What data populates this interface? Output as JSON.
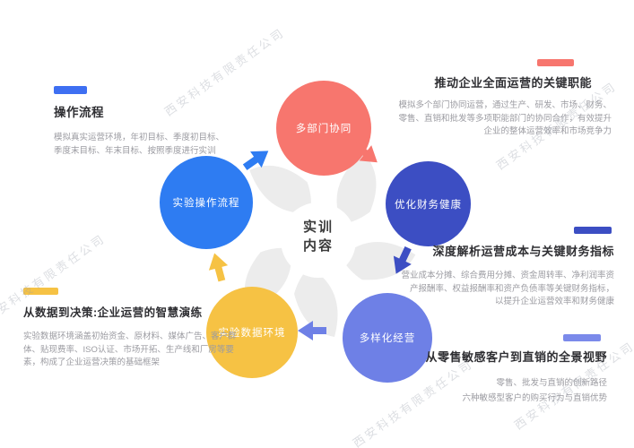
{
  "center": {
    "label_lines": [
      "实训",
      "内容"
    ]
  },
  "circles": [
    {
      "name": "multi-department-collaboration",
      "label": "多部门协同",
      "color": "#F7766E"
    },
    {
      "name": "optimize-financial-health",
      "label": "优化财务健康",
      "color": "#3C4EC3"
    },
    {
      "name": "diversified-operation",
      "label": "多样化经营",
      "color": "#6E80E6"
    },
    {
      "name": "experiment-data-environment",
      "label": "实验数据环境",
      "color": "#F6C244"
    },
    {
      "name": "experiment-operation-flow",
      "label": "实验操作流程",
      "color": "#2E7CF2"
    }
  ],
  "arrows": [
    {
      "name": "flow-left-to-top",
      "color": "#2E7CF2"
    },
    {
      "name": "flow-top-to-rightupper",
      "color": "#F7766E"
    },
    {
      "name": "flow-rightupper-to-rightlower",
      "color": "#3C4EC3"
    },
    {
      "name": "flow-rightlower-to-bottom",
      "color": "#6E80E6"
    },
    {
      "name": "flow-bottom-to-left",
      "color": "#F6C244"
    }
  ],
  "blocks": [
    {
      "accent": "#3E6FF2",
      "title": "操作流程",
      "lines": [
        "模拟真实运营环境，年初目标、季度初目标、",
        "季度末目标、年末目标、按照季度进行实训"
      ]
    },
    {
      "accent": "#F7766E",
      "title": "推动企业全面运营的关键职能",
      "lines": [
        "模拟多个部门协同运营，通过生产、研发、市场、财务、",
        "零售、直销和批发等多项职能部门的协同合作，有效提升",
        "企业的整体运营效率和市场竞争力"
      ]
    },
    {
      "accent": "#3C4EC3",
      "title": "深度解析运营成本与关键财务指标",
      "lines": [
        "营业成本分摊、综合费用分摊、资金周转率、净利润率资",
        "产报酬率、权益报酬率和资产负债率等关键财务指标，",
        "以提升企业运营效率和财务健康"
      ]
    },
    {
      "accent": "#7B8AEA",
      "title": "从零售敏感客户到直销的全景视野",
      "lines": [
        "零售、批发与直销的创新路径",
        "六种敏感型客户的购买行为与直销优势"
      ]
    },
    {
      "accent": "#F6C244",
      "title": "从数据到决策:企业运营的智慧演练",
      "lines": [
        "实验数据环境涵盖初始资金、原材料、媒体广告、客户群",
        "体、贴现费率、ISO认证、市场开拓、生产线和厂房等要",
        "素，构成了企业运营决策的基础框架"
      ]
    }
  ],
  "watermark": {
    "text": "西安科技有限责任公司"
  }
}
